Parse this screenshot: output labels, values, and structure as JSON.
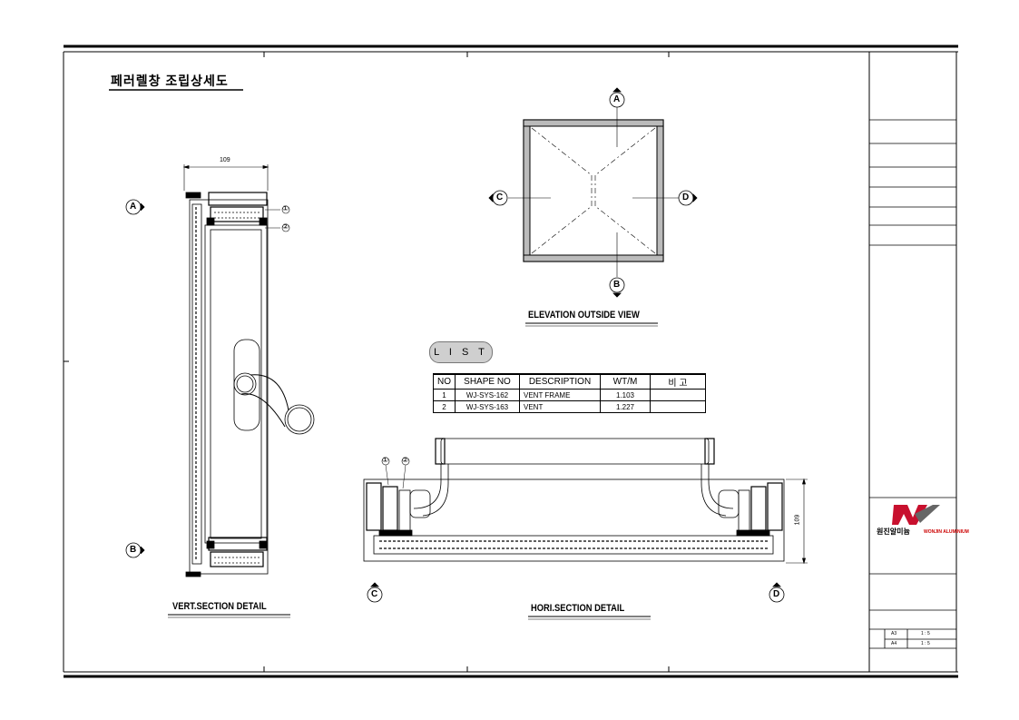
{
  "drawing": {
    "title": "페러렐창 조립상세도",
    "elevation_caption": "ELEVATION OUTSIDE VIEW",
    "vert_caption": "VERT.SECTION DETAIL",
    "hori_caption": "HORI.SECTION DETAIL",
    "dim_top": "109",
    "dim_side": "109",
    "section_markers": {
      "a": "A",
      "b": "B",
      "c": "C",
      "d": "D"
    },
    "part_callouts": {
      "p1": "①",
      "p2": "②"
    }
  },
  "parts_list": {
    "badge": "L I S T",
    "headers": {
      "no": "NO",
      "shape": "SHAPE NO",
      "desc": "DESCRIPTION",
      "wt": "WT/M",
      "note": "비 고"
    },
    "rows": [
      {
        "no": "1",
        "shape": "WJ-SYS-162",
        "desc": "VENT FRAME",
        "wt": "1.103",
        "note": ""
      },
      {
        "no": "2",
        "shape": "WJ-SYS-163",
        "desc": "VENT",
        "wt": "1.227",
        "note": ""
      }
    ]
  },
  "title_block": {
    "company_kr": "원진알미늄",
    "company_en": "WONJIN ALUMINIUM",
    "scale_rows": [
      {
        "label": "A3",
        "value": "1 : 5"
      },
      {
        "label": "A4",
        "value": "1 : 5"
      }
    ]
  },
  "colors": {
    "line": "#000000",
    "badge_fill": "#cfcfcf",
    "logo_red": "#c8102e",
    "logo_gray": "#666666"
  }
}
